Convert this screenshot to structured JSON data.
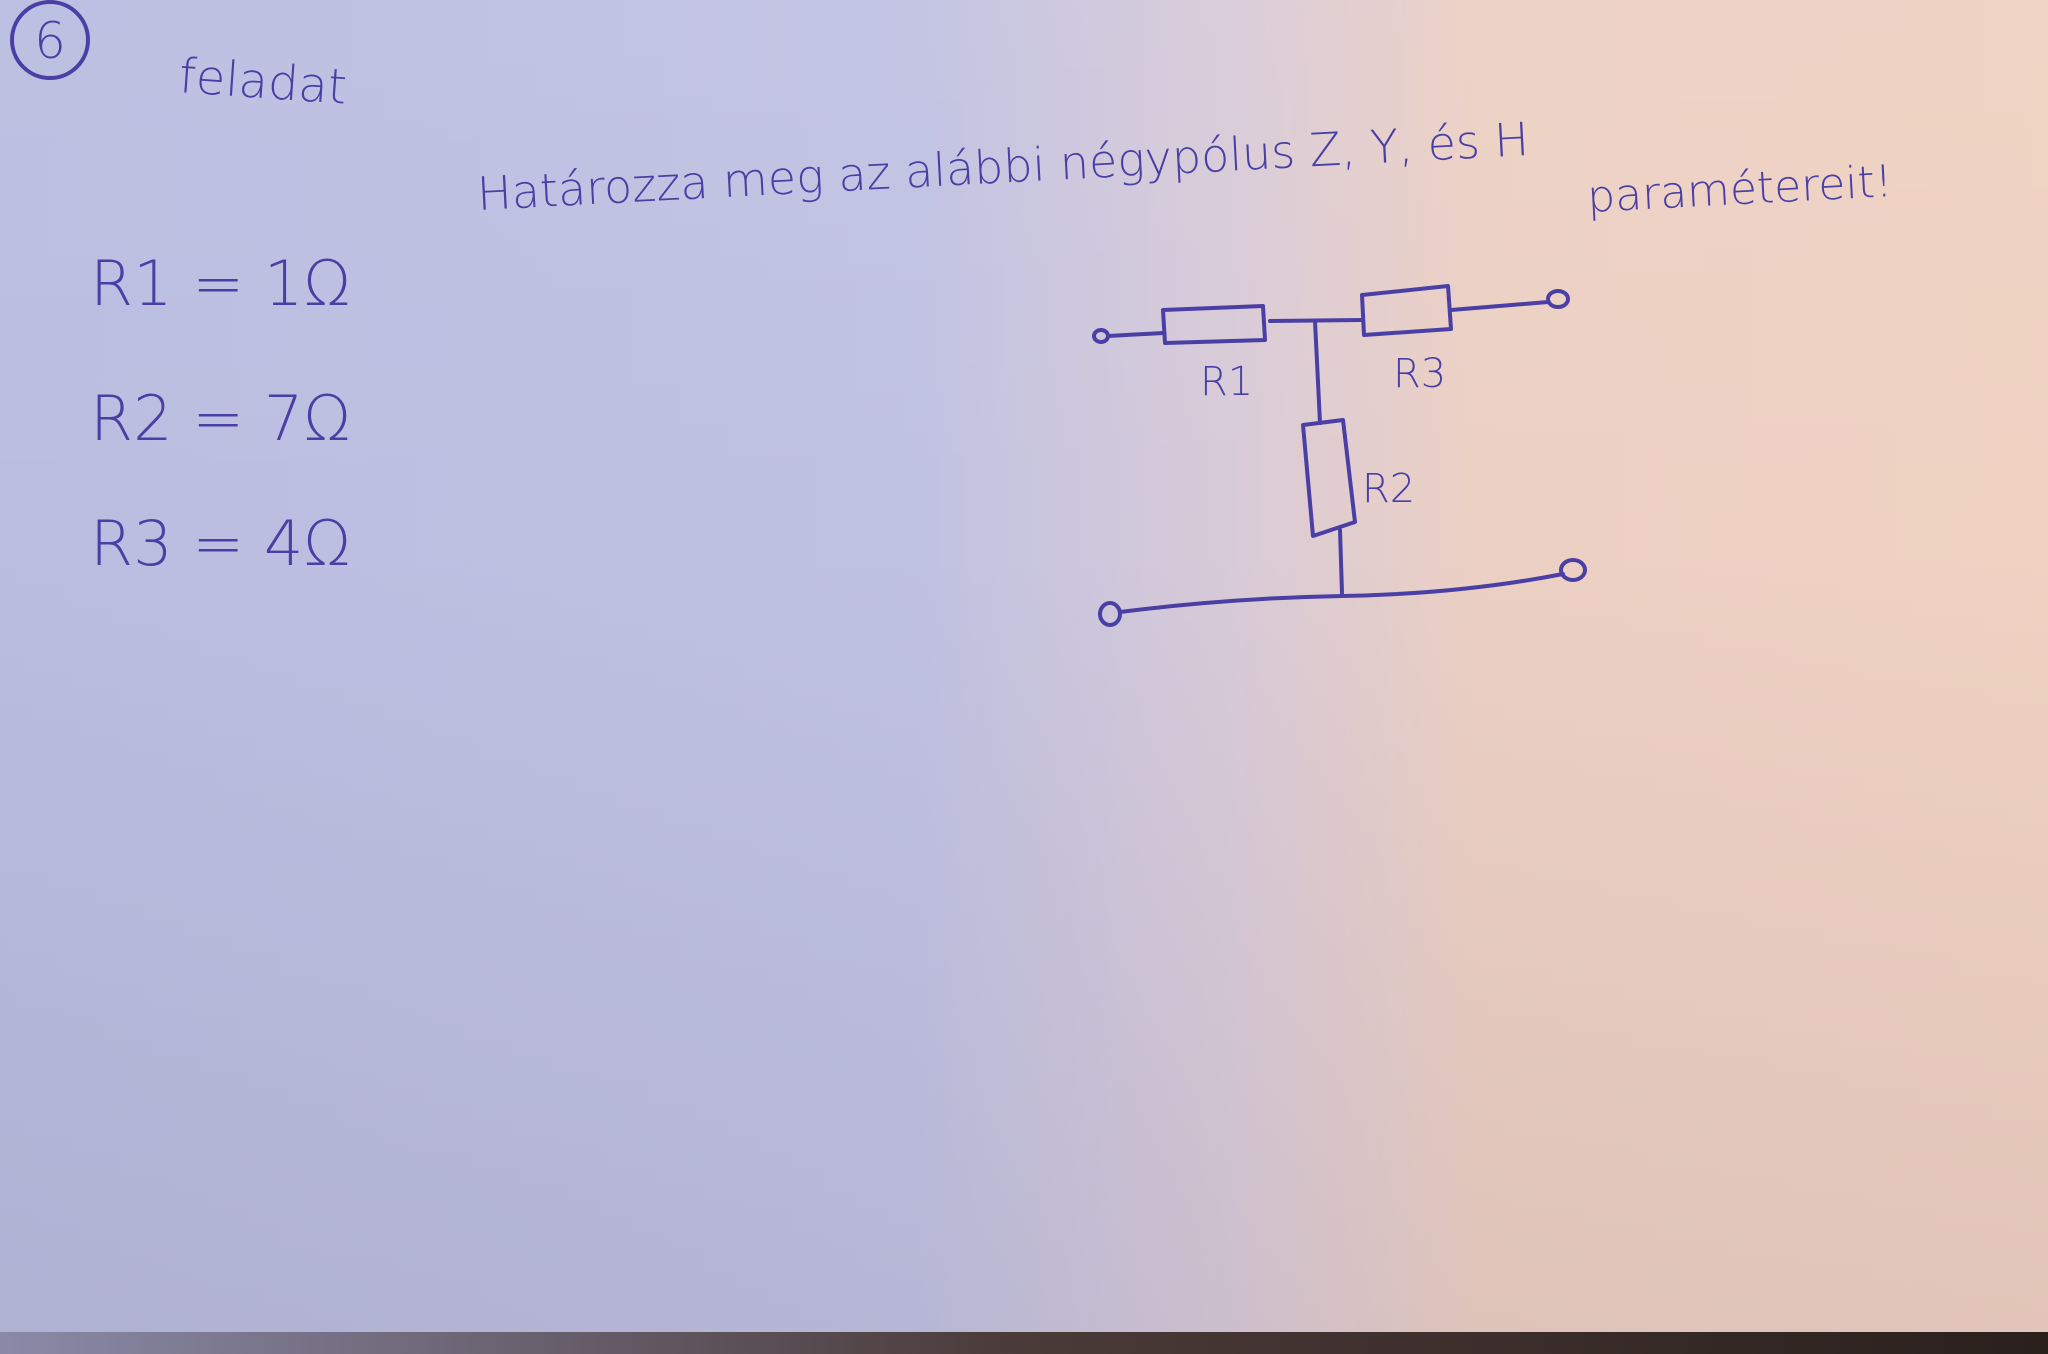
{
  "task_number": "6",
  "task_label": "feladat",
  "instruction_line1": "Határozza  meg  az  alábbi  négypólus  Z, Y, és  H",
  "instruction_line2": "paramétereit!",
  "given": [
    {
      "label": "R1 = 1Ω"
    },
    {
      "label": "R2 = 7Ω"
    },
    {
      "label": "R3 = 4Ω"
    }
  ],
  "circuit": {
    "r1_label": "R1",
    "r2_label": "R2",
    "r3_label": "R3"
  },
  "colors": {
    "ink": "#4a3fa4",
    "paper_left": "#b9bde0",
    "paper_right": "#efd2c2"
  }
}
